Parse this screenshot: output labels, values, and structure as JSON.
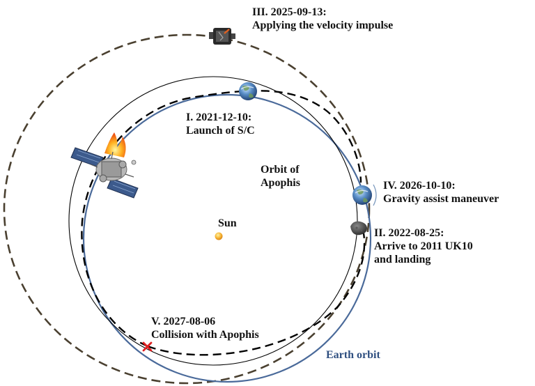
{
  "labels": {
    "stage3": {
      "date": "III. 2025-09-13:",
      "text": "Applying the velocity impulse"
    },
    "stage1": {
      "date": "I. 2021-12-10:",
      "text": "Launch of S/C"
    },
    "stage4": {
      "date": "IV. 2026-10-10:",
      "text": "Gravity assist maneuver"
    },
    "stage2": {
      "date": "II. 2022-08-25:",
      "line2": "Arrive to 2011 UK10",
      "line3": "and landing"
    },
    "stage5": {
      "date": "V. 2027-08-06",
      "text": "Collision with Apophis"
    },
    "apophis_orbit": {
      "line1": "Orbit of",
      "line2": "Apophis"
    },
    "sun": "Sun",
    "earth_orbit": "Earth orbit"
  },
  "colors": {
    "earth_orbit": "#4a6a9a",
    "apophis_orbit": "#000000",
    "transfer_arcs": "#000000",
    "dashed_orbit": "#4a4030",
    "sun": "#f0a020",
    "collision_marker": "#e02020"
  },
  "icons": {
    "earth": "earth-icon",
    "spacecraft": "spacecraft-icon",
    "asteroid": "asteroid-icon",
    "sun": "sun-icon",
    "collision": "collision-x-icon"
  }
}
